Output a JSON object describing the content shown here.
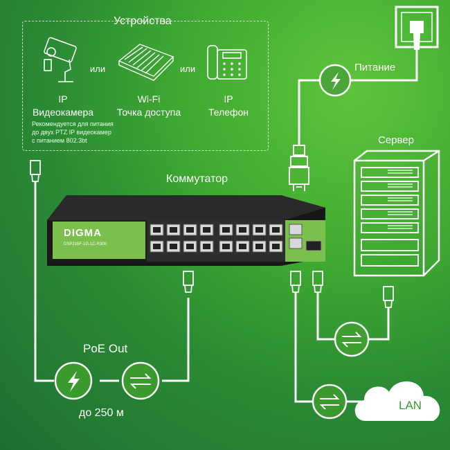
{
  "devices": {
    "title": "Устройства",
    "camera": {
      "line1": "IP",
      "line2": "Видеокамера",
      "icon": "cctv-camera-icon"
    },
    "wifi": {
      "line1": "Wi-Fi",
      "line2": "Точка доступа",
      "icon": "wifi-access-point-icon"
    },
    "phone": {
      "line1": "IP",
      "line2": "Телефон",
      "icon": "ip-phone-icon"
    },
    "or1": "или",
    "or2": "или",
    "note": [
      "Рекомендуется для питания",
      "до двух PTZ IP видеокамер",
      "с питанием 802.3bt"
    ]
  },
  "switch": {
    "label": "Коммутатор",
    "brand": "DIGMA",
    "model": "DSP216F-1G-1C-R300"
  },
  "power": {
    "label": "Питание",
    "icon": "lightning-icon"
  },
  "server": {
    "label": "Сервер",
    "icon": "server-rack-icon"
  },
  "poe": {
    "label": "PoE Out",
    "distance": "до 250 м"
  },
  "lan": {
    "label": "LAN"
  },
  "colors": {
    "accent": "#3a9a2e",
    "panel": "#7bbf4c",
    "switch_body": "#1e1e1e"
  }
}
